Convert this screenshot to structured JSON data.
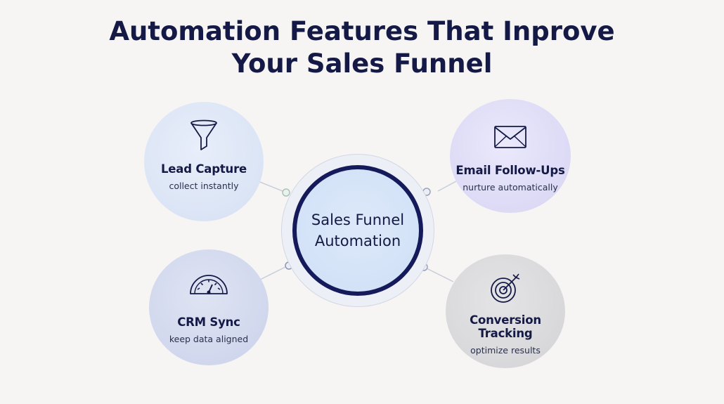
{
  "title": {
    "line1": "Automation Features That Inprove",
    "line2": "Your Sales Funnel"
  },
  "center": {
    "line1": "Sales Funnel",
    "line2": "Automation"
  },
  "features": {
    "lead_capture": {
      "label": "Lead Capture",
      "sub": "collect instantly",
      "icon": "funnel-icon"
    },
    "email_followups": {
      "label": "Email Follow-Ups",
      "sub": "nurture automatically",
      "icon": "envelope-icon"
    },
    "crm_sync": {
      "label": "CRM Sync",
      "sub": "keep data aligned",
      "icon": "gauge-icon"
    },
    "conversion_tracking": {
      "label": "Conversion Tracking",
      "sub": "optimize results",
      "icon": "target-icon"
    }
  },
  "colors": {
    "title": "#141a45",
    "center_ring": "#141a5a",
    "background": "#f6f5f4"
  }
}
